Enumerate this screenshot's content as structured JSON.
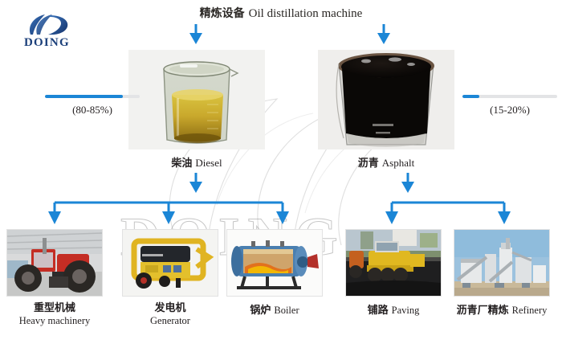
{
  "brand": {
    "logo_icon": "doing-monogram-icon",
    "wordmark": "DOING",
    "watermark_text": "DOING",
    "accent_color": "#1b86d6",
    "logo_color": "#1b3f7a"
  },
  "header": {
    "title_cn": "精炼设备",
    "title_en": "Oil distillation machine"
  },
  "products": [
    {
      "key": "diesel",
      "label_cn": "柴油",
      "label_en": "Diesel",
      "yield_caption": "(80-85%)",
      "yield_percent": 82,
      "image_name": "diesel-beaker-photo",
      "image_alt": "Glass beaker filled with golden yellow diesel fuel",
      "inlet_arrow": "arrow-down-to-diesel",
      "outlet_arrow": "arrow-down-from-diesel"
    },
    {
      "key": "asphalt",
      "label_cn": "沥青",
      "label_en": "Asphalt",
      "yield_caption": "(15-20%)",
      "yield_percent": 18,
      "image_name": "asphalt-beaker-photo",
      "image_alt": "Beaker of black asphalt viewed from above",
      "inlet_arrow": "arrow-down-to-asphalt",
      "outlet_arrow": "arrow-down-from-asphalt"
    }
  ],
  "applications": [
    {
      "key": "heavy-machinery",
      "label_cn": "重型机械",
      "label_en": "Heavy machinery",
      "layout": "stacked",
      "source": "diesel",
      "image_name": "tractor-photo",
      "image_alt": "Red tractor parked inside a warehouse"
    },
    {
      "key": "generator",
      "label_cn": "发电机",
      "label_en": "Generator",
      "layout": "stacked",
      "source": "diesel",
      "image_name": "generator-photo",
      "image_alt": "Yellow portable diesel generator set"
    },
    {
      "key": "boiler",
      "label_cn": "锅炉",
      "label_en": "Boiler",
      "layout": "inline",
      "source": "diesel",
      "image_name": "boiler-photo",
      "image_alt": "Horizontal cylindrical boiler with flame cutaway"
    },
    {
      "key": "paving",
      "label_cn": "铺路",
      "label_en": "Paving",
      "layout": "inline",
      "source": "asphalt",
      "image_name": "road-roller-photo",
      "image_alt": "Yellow road roller compacting fresh asphalt"
    },
    {
      "key": "refinery",
      "label_cn": "沥青厂精炼",
      "label_en": "Refinery",
      "layout": "inline",
      "source": "asphalt",
      "image_name": "asphalt-plant-photo",
      "image_alt": "Asphalt mixing plant under a blue sky"
    }
  ]
}
